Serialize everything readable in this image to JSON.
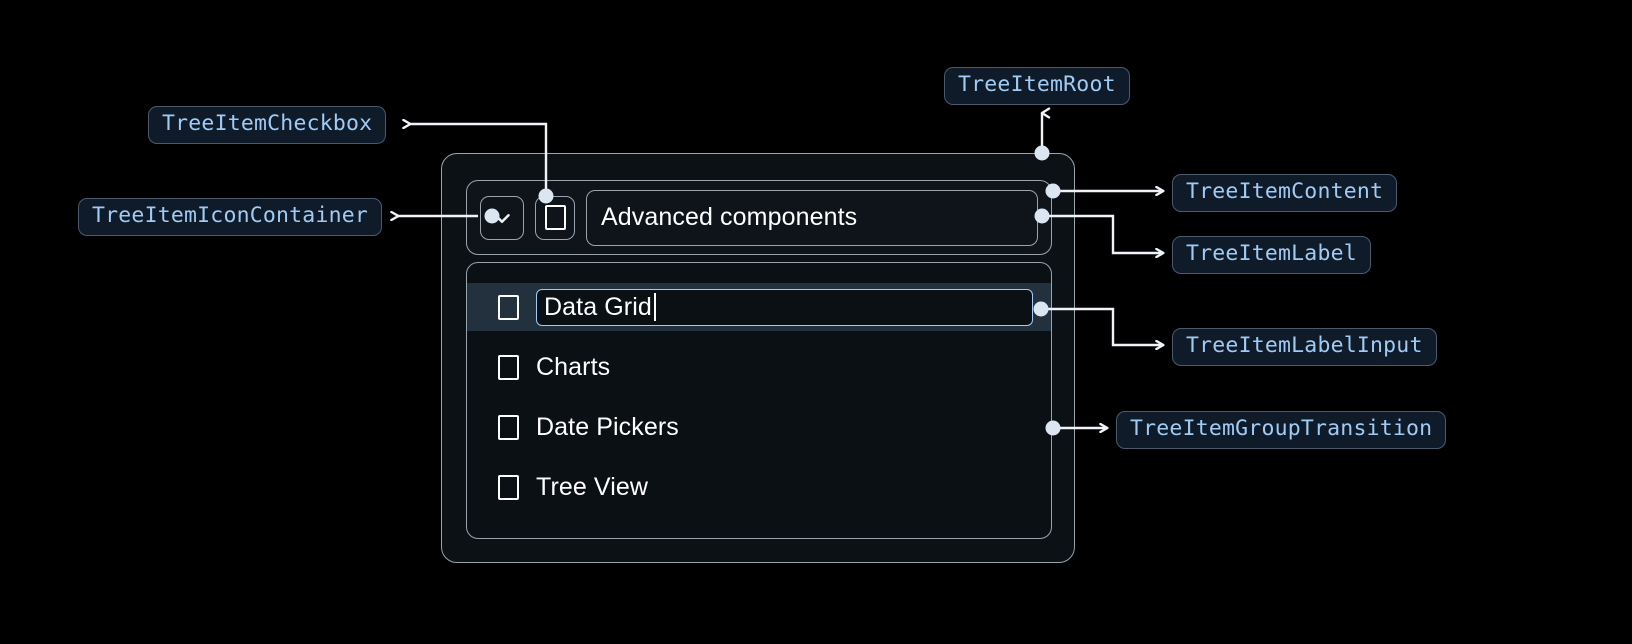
{
  "theme": {
    "background": "#000000",
    "badge_bg": "#101b29",
    "badge_border": "#4a5a6d",
    "badge_text": "#9fcbf5",
    "card_bg": "#0c1116",
    "card_border": "#9aa4ad",
    "selected_row_bg": "#23303d",
    "input_border": "#9fcbf5",
    "text": "#ffffff",
    "connector": "#f0f4f8"
  },
  "annotations": [
    {
      "id": "tree-item-checkbox",
      "label": "TreeItemCheckbox"
    },
    {
      "id": "tree-item-icon-container",
      "label": "TreeItemIconContainer"
    },
    {
      "id": "tree-item-root",
      "label": "TreeItemRoot"
    },
    {
      "id": "tree-item-content",
      "label": "TreeItemContent"
    },
    {
      "id": "tree-item-label",
      "label": "TreeItemLabel"
    },
    {
      "id": "tree-item-label-input",
      "label": "TreeItemLabelInput"
    },
    {
      "id": "tree-item-group-transition",
      "label": "TreeItemGroupTransition"
    }
  ],
  "widget": {
    "icon": "chevron-down-icon",
    "checkbox_checked": false,
    "root_label": "Advanced components",
    "children": [
      {
        "label": "Data Grid",
        "checked": false,
        "editing": true,
        "selected": true
      },
      {
        "label": "Charts",
        "checked": false,
        "editing": false,
        "selected": false
      },
      {
        "label": "Date Pickers",
        "checked": false,
        "editing": false,
        "selected": false
      },
      {
        "label": "Tree View",
        "checked": false,
        "editing": false,
        "selected": false
      }
    ],
    "editing_value": "Data Grid"
  }
}
